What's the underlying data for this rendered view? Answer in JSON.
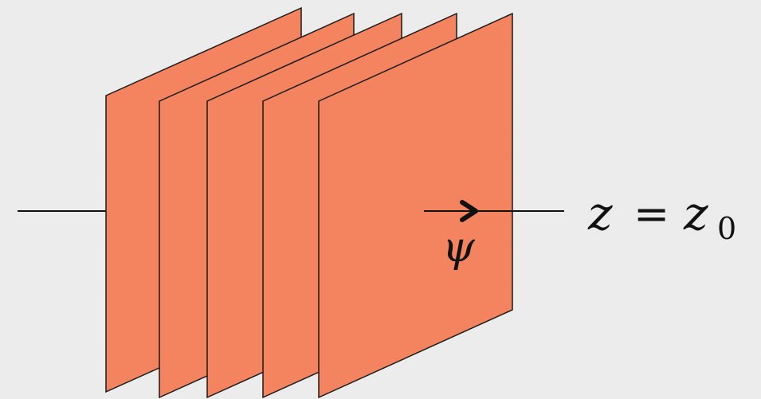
{
  "diagram": {
    "wave_label": "ψ",
    "plane_label": {
      "variable": "z",
      "equals": "=",
      "rhs_variable": "z",
      "rhs_subscript": "0"
    },
    "plane_count": 5
  },
  "colors": {
    "background": "#ededed",
    "plane_fill": "#f3845f",
    "plane_stroke": "#1a1a1a",
    "axis_line": "#111111"
  }
}
